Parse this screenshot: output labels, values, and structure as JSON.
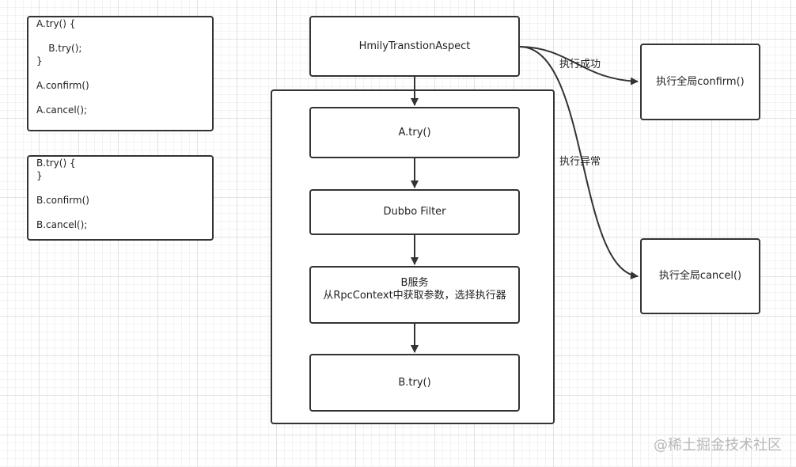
{
  "code_blocks": {
    "a": [
      "A.try() {",
      "",
      "    B.try();",
      "}",
      "",
      "A.confirm()",
      "",
      "A.cancel();"
    ],
    "b": [
      "B.try() {",
      "}",
      "",
      "B.confirm()",
      "",
      "B.cancel();"
    ]
  },
  "nodes": {
    "aspect": "HmilyTranstionAspect",
    "a_try": "A.try()",
    "dubbo_filter": "Dubbo Filter",
    "b_service_line1": "B服务",
    "b_service_line2": "从RpcContext中获取参数，选择执行器",
    "b_try": "B.try()",
    "global_confirm": "执行全局confirm()",
    "global_cancel": "执行全局cancel()"
  },
  "edge_labels": {
    "success": "执行成功",
    "error": "执行异常"
  },
  "watermark": "@稀土掘金技术社区"
}
